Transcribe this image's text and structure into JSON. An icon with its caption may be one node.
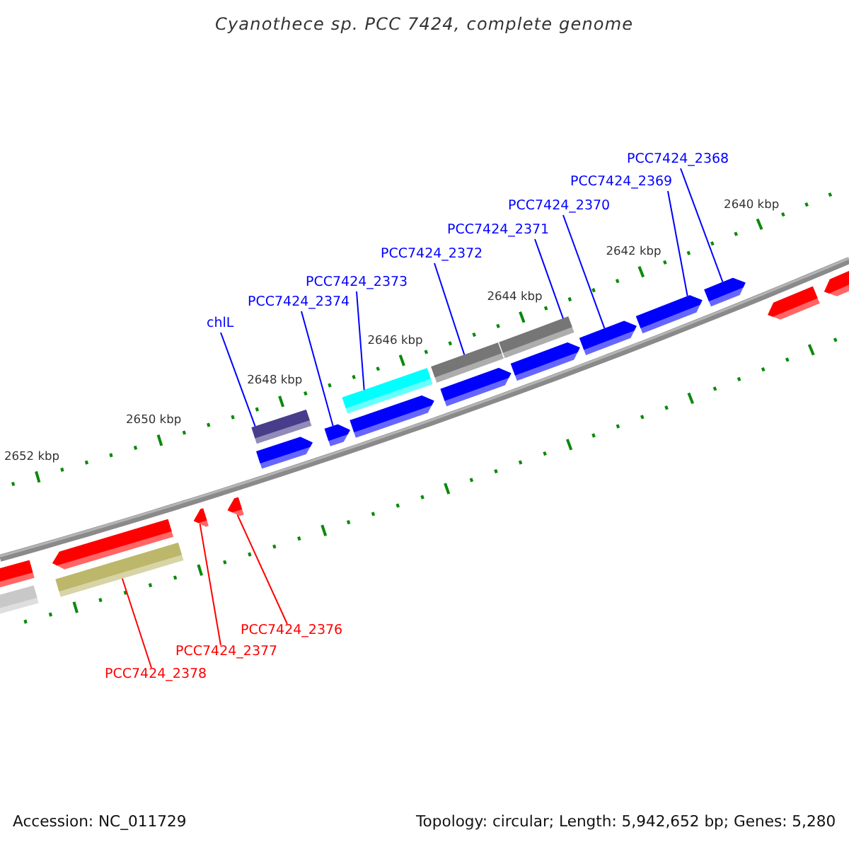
{
  "diagram": {
    "title": "Cyanothece sp. PCC 7424, complete genome",
    "nodes": [
      {
        "text": [
          "PCC7424_2368"
        ]
      },
      {
        "text": [
          "PCC7424_2369"
        ]
      },
      {
        "text": [
          "PCC7424_2370"
        ]
      },
      {
        "text": [
          "PCC7424_2371"
        ]
      },
      {
        "text": [
          "PCC7424_2372"
        ]
      },
      {
        "text": [
          "PCC7424_2373"
        ]
      },
      {
        "text": [
          "PCC7424_2374"
        ]
      },
      {
        "text": [
          "chlL"
        ]
      },
      {
        "text": [
          "PCC7424_2376"
        ]
      },
      {
        "text": [
          "PCC7424_2377"
        ]
      },
      {
        "text": [
          "PCC7424_2378"
        ]
      },
      {
        "text": [],
        "shape": "bar"
      },
      {
        "text": [],
        "shape": "bar"
      },
      {
        "text": [],
        "shape": "bar"
      },
      {
        "text": [],
        "shape": "bar"
      },
      {
        "text": [],
        "shape": "pentagon"
      },
      {
        "text": [],
        "shape": "pentagon"
      },
      {
        "text": [],
        "shape": "pentagon"
      },
      {
        "text": [],
        "shape": "pentagon"
      },
      {
        "text": [],
        "shape": "pentagon"
      },
      {
        "text": [],
        "shape": "pentagon"
      },
      {
        "text": [],
        "shape": "pentagon"
      },
      {
        "text": [],
        "shape": "pentagon"
      },
      {
        "text": [],
        "shape": "pentagon"
      },
      {
        "text": [],
        "shape": "pentagon"
      },
      {
        "text": [],
        "shape": "pentagon"
      },
      {
        "text": [],
        "shape": "pentagon"
      },
      {
        "text": [],
        "shape": "pentagon"
      },
      {
        "text": [],
        "shape": "pentagon"
      },
      {
        "text": [],
        "shape": "bar"
      },
      {
        "text": [],
        "shape": "bar"
      }
    ],
    "edges": [
      {
        "from": 0,
        "to": 22,
        "arrow": "none"
      },
      {
        "from": 1,
        "to": 21,
        "arrow": "none"
      },
      {
        "from": 2,
        "to": 20,
        "arrow": "none"
      },
      {
        "from": 3,
        "to": 14,
        "arrow": "none"
      },
      {
        "from": 4,
        "to": 13,
        "arrow": "none"
      },
      {
        "from": 5,
        "to": 12,
        "arrow": "none"
      },
      {
        "from": 6,
        "to": 16,
        "arrow": "none"
      },
      {
        "from": 7,
        "to": 11,
        "arrow": "none"
      },
      {
        "from": 8,
        "to": 26,
        "arrow": "none",
        "color": "#ff0000"
      },
      {
        "from": 9,
        "to": 25,
        "arrow": "none",
        "color": "#ff0000"
      },
      {
        "from": 10,
        "to": 30,
        "arrow": "none",
        "color": "#ff0000"
      }
    ],
    "labels": [
      "2640 kbp",
      "2642 kbp",
      "2644 kbp",
      "2646 kbp",
      "2648 kbp",
      "2650 kbp",
      "2652 kbp",
      "Accession: NC_011729",
      "Topology: circular; Length: 5,942,652 bp; Genes: 5,280"
    ]
  }
}
